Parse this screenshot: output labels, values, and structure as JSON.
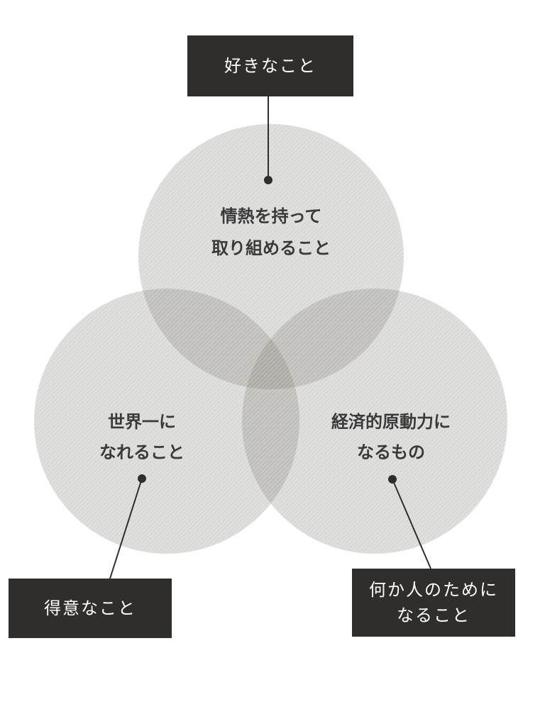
{
  "circles": {
    "top": {
      "line1": "情熱を持って",
      "line2": "取り組めること"
    },
    "left": {
      "line1": "世界一に",
      "line2": "なれること"
    },
    "right": {
      "line1": "経済的原動力に",
      "line2": "なるもの"
    }
  },
  "labels": {
    "top": "好きなこと",
    "left": "得意なこと",
    "right": {
      "line1": "何か人のために",
      "line2": "なること"
    }
  },
  "colors": {
    "circle_fill": "#8f8c86",
    "box_fill": "#2f2e2c",
    "box_text": "#ffffff",
    "body_text": "#3a3a3a",
    "connector": "#2f2e2c"
  }
}
